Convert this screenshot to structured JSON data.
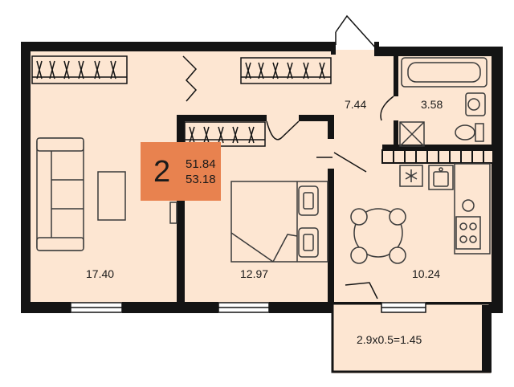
{
  "apartment": {
    "rooms_count": "2",
    "total_area": "51.84",
    "total_area_with_balcony": "53.18"
  },
  "rooms": {
    "living_room": "17.40",
    "bedroom": "12.97",
    "hallway": "7.44",
    "bathroom": "3.58",
    "kitchen": "10.24",
    "balcony": "2.9x0.5=1.45"
  },
  "colors": {
    "floor": "#fde6d2",
    "wall": "#141414",
    "badge": "#e8824f",
    "fixture_stroke": "#3a3a3a"
  },
  "icons": [
    "sofa-icon",
    "coffee-table-icon",
    "bed-icon",
    "pillow-icon",
    "dining-table-icon",
    "chair-icon",
    "sink-icon",
    "stove-icon",
    "fridge-snowflake-icon",
    "bathtub-icon",
    "toilet-icon",
    "washbasin-icon",
    "shower-drain-icon",
    "wardrobe-icon",
    "door-icon",
    "window-icon"
  ]
}
